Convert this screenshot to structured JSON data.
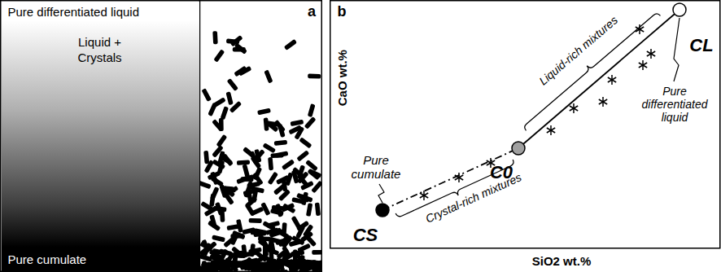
{
  "diagram": {
    "nodes": [
      {
        "text": [
          "Pure differentiated liquid",
          "Liquid + Crystals",
          "Pure cumulate"
        ]
      }
    ],
    "labels": [
      "a",
      "b",
      "CaO wt.%",
      "SiO2 wt.%",
      "Pure cumulate",
      "Pure differentiated liquid",
      "Liquid-rich mixtures",
      "Crystal-rich mixtures",
      "CS",
      "C0",
      "CL"
    ]
  }
}
